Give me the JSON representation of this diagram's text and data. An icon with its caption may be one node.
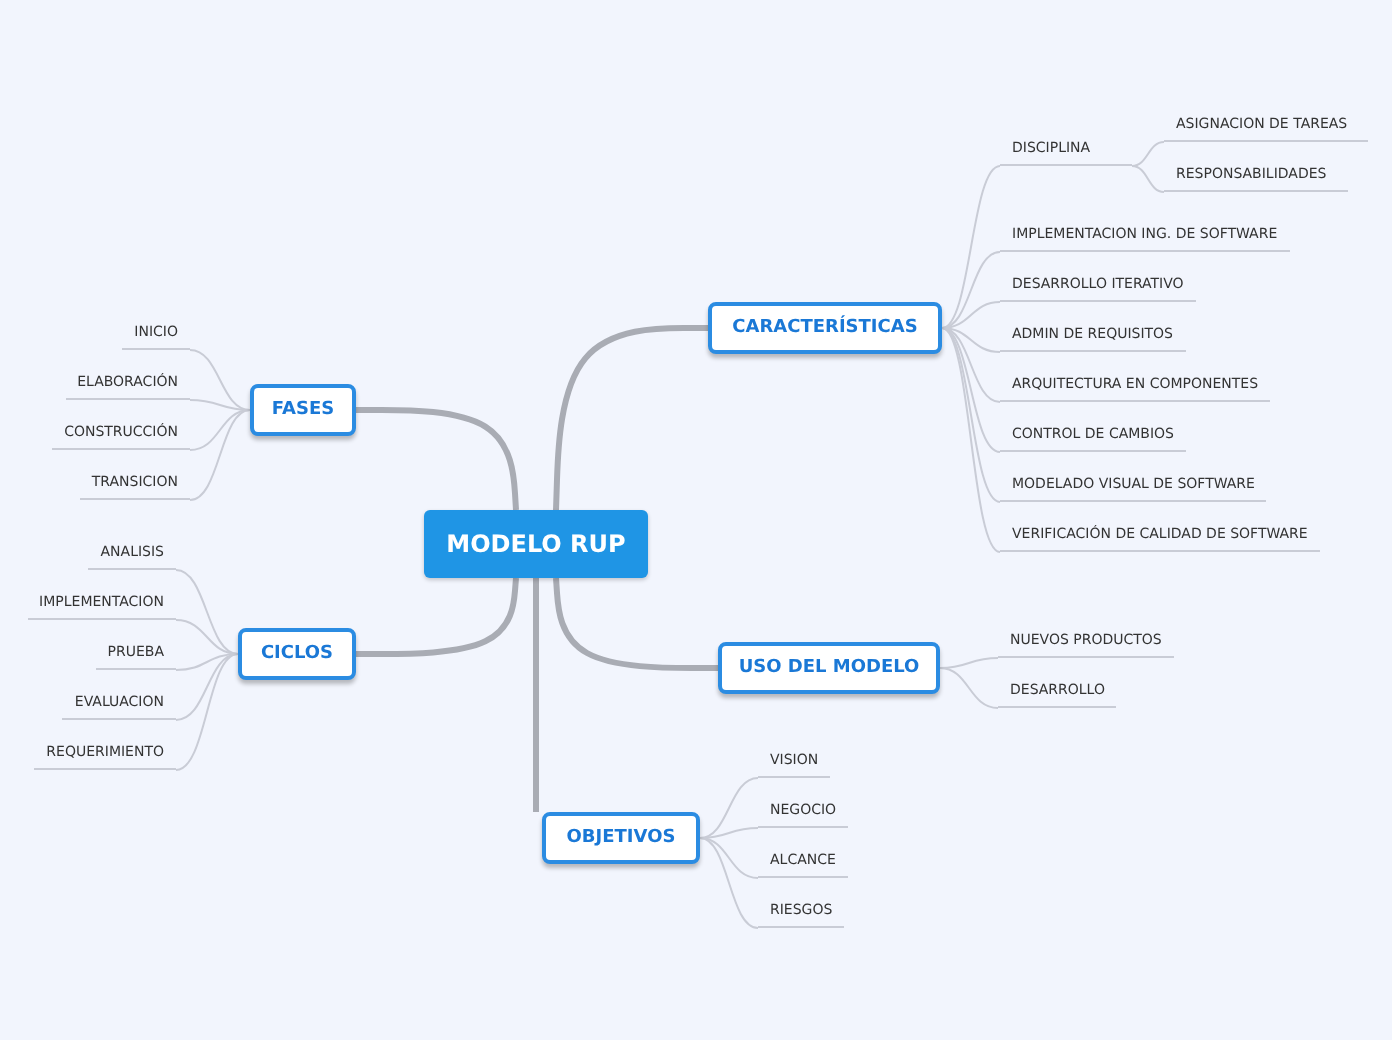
{
  "diagram": {
    "nodes": [
      {
        "text": [
          "MODELO RUP"
        ]
      },
      {
        "text": [
          "CARACTERÍSTICAS"
        ]
      },
      {
        "text": [
          "DISCIPLINA"
        ]
      },
      {
        "text": [
          "ASIGNACION DE TAREAS"
        ]
      },
      {
        "text": [
          "RESPONSABILIDADES"
        ]
      },
      {
        "text": [
          "IMPLEMENTACION ING. DE SOFTWARE"
        ]
      },
      {
        "text": [
          "DESARROLLO ITERATIVO"
        ]
      },
      {
        "text": [
          "ADMIN DE REQUISITOS"
        ]
      },
      {
        "text": [
          "ARQUITECTURA EN COMPONENTES"
        ]
      },
      {
        "text": [
          "CONTROL DE CAMBIOS"
        ]
      },
      {
        "text": [
          "MODELADO VISUAL DE SOFTWARE"
        ]
      },
      {
        "text": [
          "VERIFICACIÓN DE CALIDAD DE SOFTWARE"
        ]
      },
      {
        "text": [
          "FASES"
        ]
      },
      {
        "text": [
          "INICIO"
        ]
      },
      {
        "text": [
          "ELABORACIÓN"
        ]
      },
      {
        "text": [
          "CONSTRUCCIÓN"
        ]
      },
      {
        "text": [
          "TRANSICION"
        ]
      },
      {
        "text": [
          "CICLOS"
        ]
      },
      {
        "text": [
          "ANALISIS"
        ]
      },
      {
        "text": [
          "IMPLEMENTACION"
        ]
      },
      {
        "text": [
          "PRUEBA"
        ]
      },
      {
        "text": [
          "EVALUACION"
        ]
      },
      {
        "text": [
          "REQUERIMIENTO"
        ]
      },
      {
        "text": [
          "USO DEL MODELO"
        ]
      },
      {
        "text": [
          "NUEVOS PRODUCTOS"
        ]
      },
      {
        "text": [
          "DESARROLLO"
        ]
      },
      {
        "text": [
          "OBJETIVOS"
        ]
      },
      {
        "text": [
          "VISION"
        ]
      },
      {
        "text": [
          "NEGOCIO"
        ]
      },
      {
        "text": [
          "ALCANCE"
        ]
      },
      {
        "text": [
          "RIESGOS"
        ]
      }
    ],
    "edges": [
      {
        "from": 0,
        "to": 1,
        "arrow": "none",
        "style": "thick"
      },
      {
        "from": 1,
        "to": 2,
        "arrow": "none"
      },
      {
        "from": 2,
        "to": 3,
        "arrow": "none"
      },
      {
        "from": 2,
        "to": 4,
        "arrow": "none"
      },
      {
        "from": 1,
        "to": 5,
        "arrow": "none"
      },
      {
        "from": 1,
        "to": 6,
        "arrow": "none"
      },
      {
        "from": 1,
        "to": 7,
        "arrow": "none"
      },
      {
        "from": 1,
        "to": 8,
        "arrow": "none"
      },
      {
        "from": 1,
        "to": 9,
        "arrow": "none"
      },
      {
        "from": 1,
        "to": 10,
        "arrow": "none"
      },
      {
        "from": 1,
        "to": 11,
        "arrow": "none"
      },
      {
        "from": 0,
        "to": 12,
        "arrow": "none",
        "style": "thick"
      },
      {
        "from": 12,
        "to": 13,
        "arrow": "none"
      },
      {
        "from": 12,
        "to": 14,
        "arrow": "none"
      },
      {
        "from": 12,
        "to": 15,
        "arrow": "none"
      },
      {
        "from": 12,
        "to": 16,
        "arrow": "none"
      },
      {
        "from": 0,
        "to": 17,
        "arrow": "none",
        "style": "thick"
      },
      {
        "from": 17,
        "to": 18,
        "arrow": "none"
      },
      {
        "from": 17,
        "to": 19,
        "arrow": "none"
      },
      {
        "from": 17,
        "to": 20,
        "arrow": "none"
      },
      {
        "from": 17,
        "to": 21,
        "arrow": "none"
      },
      {
        "from": 17,
        "to": 22,
        "arrow": "none"
      },
      {
        "from": 0,
        "to": 23,
        "arrow": "none",
        "style": "thick"
      },
      {
        "from": 23,
        "to": 24,
        "arrow": "none"
      },
      {
        "from": 23,
        "to": 25,
        "arrow": "none"
      },
      {
        "from": 0,
        "to": 26,
        "arrow": "none",
        "style": "thick"
      },
      {
        "from": 26,
        "to": 27,
        "arrow": "none"
      },
      {
        "from": 26,
        "to": 28,
        "arrow": "none"
      },
      {
        "from": 26,
        "to": 29,
        "arrow": "none"
      },
      {
        "from": 26,
        "to": 30,
        "arrow": "none"
      }
    ]
  }
}
